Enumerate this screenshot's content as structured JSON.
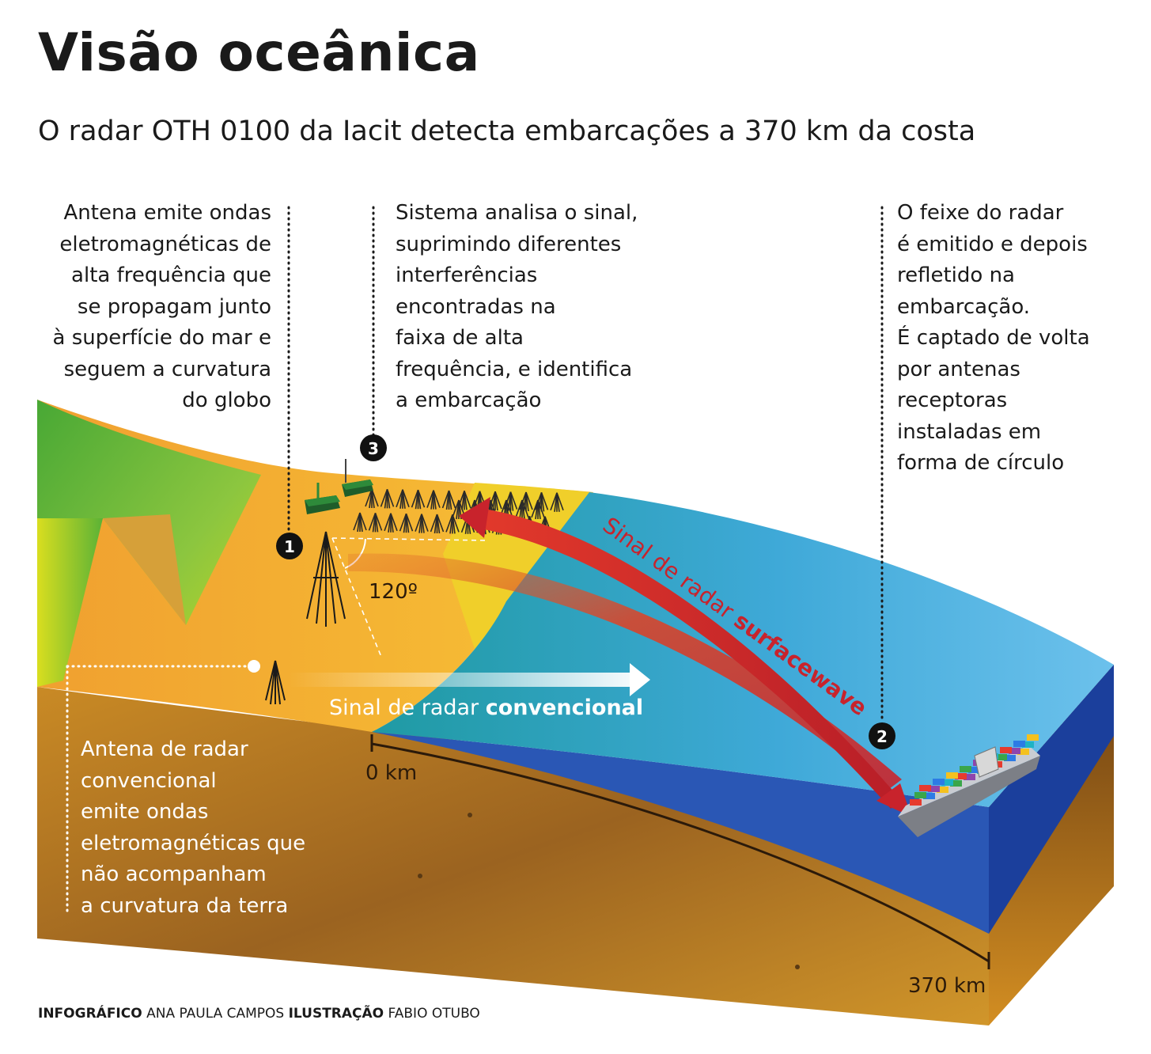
{
  "header": {
    "title": "Visão oceânica",
    "subtitle": "O radar OTH 0100 da Iacit detecta embarcações a 370 km da costa"
  },
  "callouts": [
    {
      "number": "1",
      "text": "Antena emite ondas\neletromagnéticas de\nalta frequência que\nse propagam junto\nà superfície do mar e\nseguem a curvatura\ndo globo"
    },
    {
      "number": "2",
      "text": "O feixe do radar\né emitido e depois\nrefletido na\nembarcação.\nÉ captado de volta\npor antenas\nreceptoras\ninstaladas em\nforma de círculo"
    },
    {
      "number": "3",
      "text": "Sistema analisa o sinal,\nsuprimindo diferentes\ninterferências\nencontradas na\nfaixa de alta\nfrequência, e identifica\na embarcação"
    }
  ],
  "conventional_note": "Antena de radar\nconvencional\nemite ondas\neletromagnéticas que\nnão acompanham\na curvatura da terra",
  "labels": {
    "angle": "120º",
    "conventional_signal_prefix": "Sinal de radar ",
    "conventional_signal_bold": "convencional",
    "surfacewave_prefix": "Sinal de radar ",
    "surfacewave_bold": "surfacewave",
    "distance_start": "0 km",
    "distance_end": "370 km"
  },
  "credits": {
    "infographic_label": "INFOGRÁFICO",
    "infographic_name": "ANA PAULA CAMPOS",
    "illustration_label": "ILUSTRAÇÃO",
    "illustration_name": "FABIO OTUBO"
  },
  "colors": {
    "land_orange": "#f3a533",
    "land_green": "#6ab42c",
    "beach_yellow": "#f2d524",
    "ocean_teal": "#2aa0a8",
    "ocean_blue": "#5bb8e6",
    "ocean_deep": "#1b3f9c",
    "soil_brown": "#b7791e",
    "surfacewave_red": "#c8232c"
  }
}
